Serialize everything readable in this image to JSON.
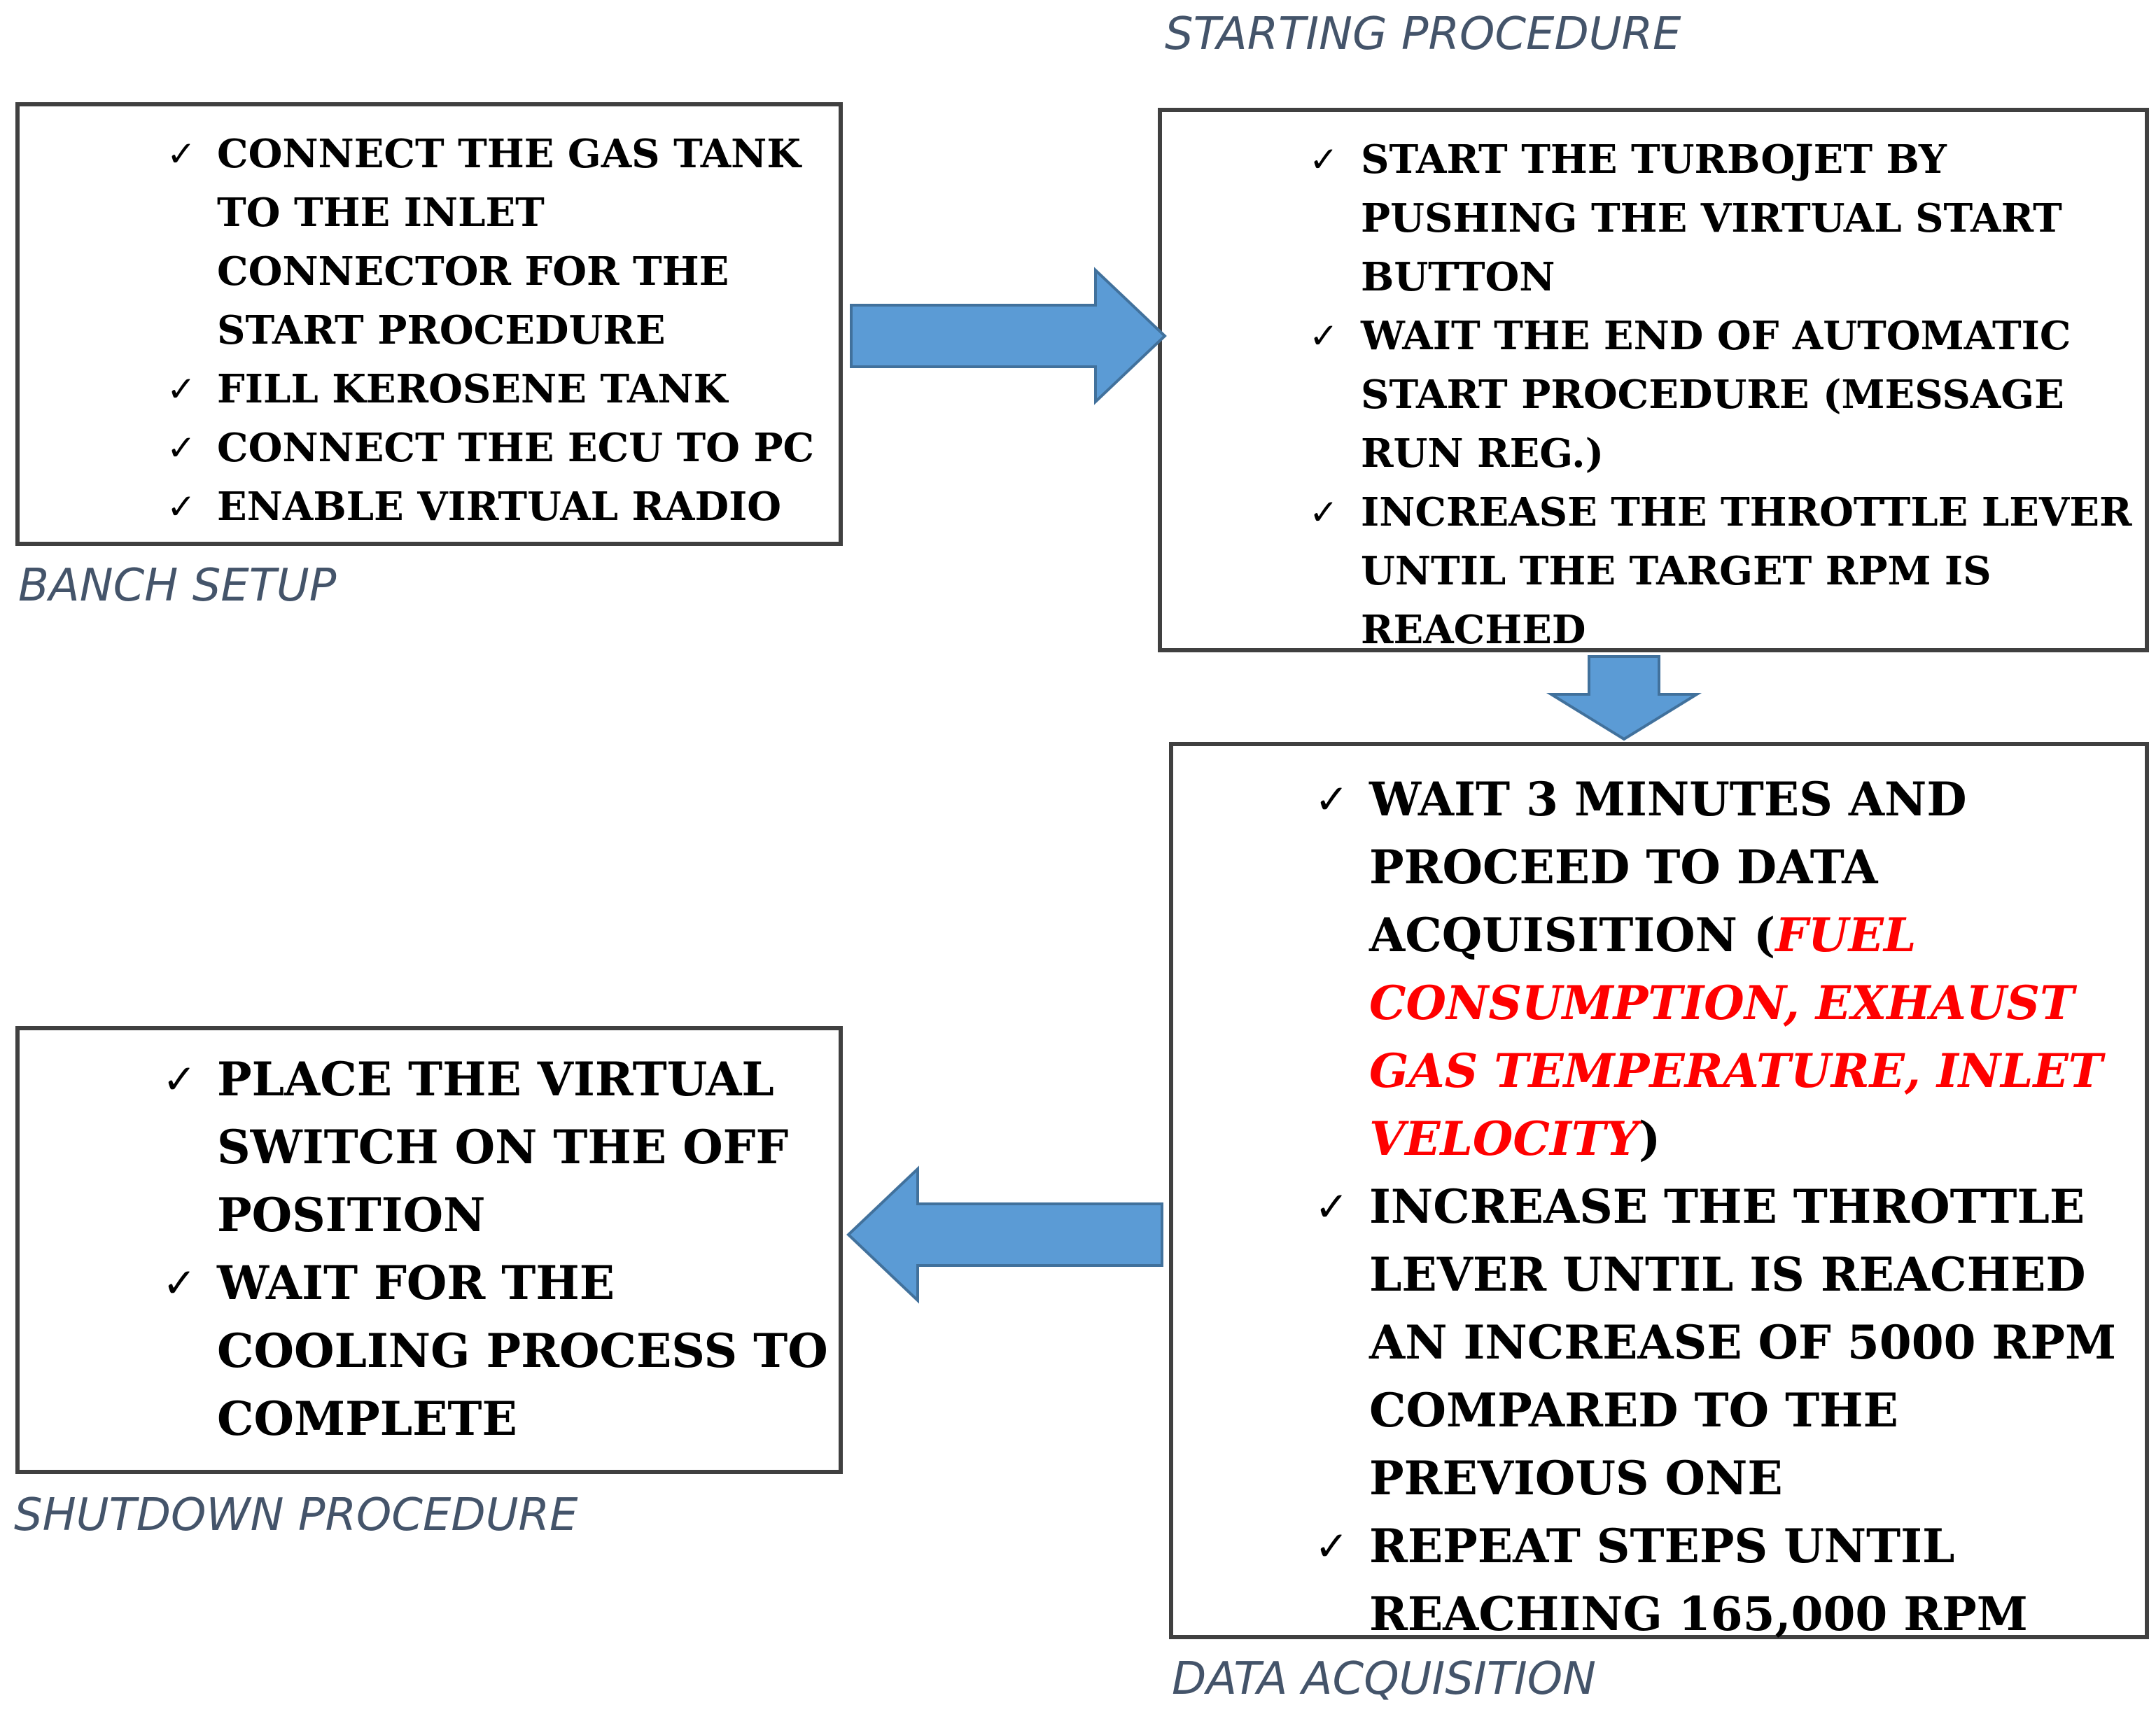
{
  "colors": {
    "arrow_fill": "#5b9bd5",
    "arrow_stroke": "#41719c",
    "caption": "#44546a",
    "highlight": "#ff0000",
    "box_border": "#404040"
  },
  "check_symbol": "✓",
  "bench_setup": {
    "caption": "BANCH SETUP",
    "items": [
      "CONNECT THE GAS TANK TO THE INLET CONNECTOR FOR THE START PROCEDURE",
      "FILL KEROSENE TANK",
      "CONNECT THE ECU TO PC",
      "ENABLE VIRTUAL RADIO"
    ]
  },
  "starting_procedure": {
    "caption": "STARTING PROCEDURE",
    "items": [
      "START THE TURBOJET BY PUSHING THE VIRTUAL START BUTTON",
      "WAIT THE END OF AUTOMATIC START PROCEDURE (MESSAGE RUN REG.)",
      "INCREASE THE THROTTLE LEVER UNTIL THE TARGET RPM IS REACHED"
    ]
  },
  "data_acquisition": {
    "caption": "DATA ACQUISITION",
    "item1_prefix": "WAIT 3 MINUTES AND PROCEED TO DATA ACQUISITION (",
    "item1_highlight": "FUEL CONSUMPTION, EXHAUST GAS TEMPERATURE, INLET VELOCITY",
    "item1_suffix": ")",
    "item2": "INCREASE THE THROTTLE LEVER UNTIL IS REACHED AN INCREASE OF 5000 RPM COMPARED TO THE PREVIOUS ONE",
    "item3": "REPEAT STEPS UNTIL REACHING 165,000 RPM"
  },
  "shutdown_procedure": {
    "caption": "SHUTDOWN PROCEDURE",
    "items": [
      "PLACE THE VIRTUAL SWITCH ON THE OFF POSITION",
      "WAIT FOR THE COOLING PROCESS TO COMPLETE"
    ]
  }
}
